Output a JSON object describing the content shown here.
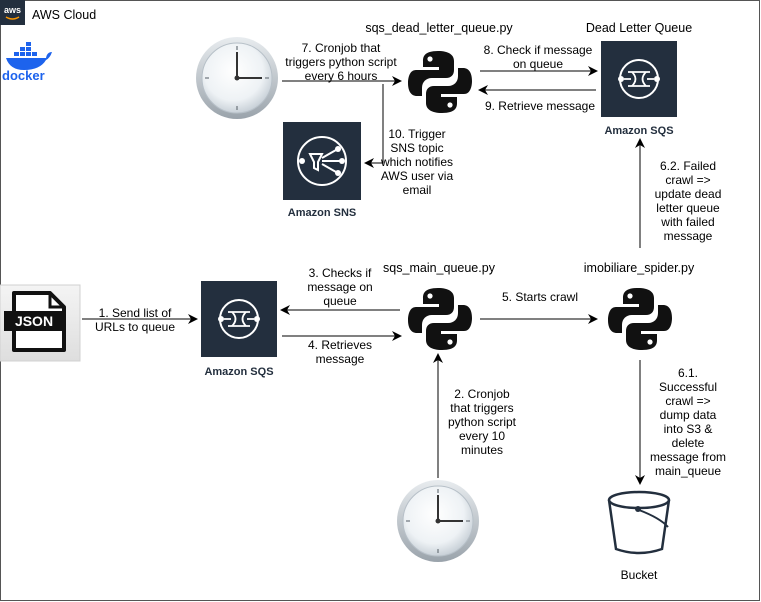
{
  "cloud": {
    "label": "AWS Cloud",
    "aws_logo_text": "aws",
    "docker_logo_text": "docker"
  },
  "json_file": {
    "label": "JSON"
  },
  "scripts": {
    "dead_letter": "sqs_dead_letter_queue.py",
    "main_queue": "sqs_main_queue.py",
    "spider": "imobiliare_spider.py"
  },
  "services": {
    "dead_letter_queue_title": "Dead Letter Queue",
    "sqs_dead_label": "Amazon SQS",
    "sqs_main_label": "Amazon SQS",
    "sns_label": "Amazon SNS",
    "bucket_label": "Bucket"
  },
  "steps": {
    "s1": [
      "1. Send list of",
      "URLs to queue"
    ],
    "s2": [
      "2. Cronjob",
      "that triggers",
      "python script",
      "every 10",
      "minutes"
    ],
    "s3": [
      "3. Checks if",
      "message on",
      "queue"
    ],
    "s4": [
      "4. Retrieves",
      "message"
    ],
    "s5": [
      "5. Starts crawl"
    ],
    "s6_1": [
      "6.1.",
      "Successful",
      "crawl =>",
      "dump data",
      "into S3 &",
      "delete",
      "message from",
      "main_queue"
    ],
    "s6_2": [
      "6.2. Failed",
      "crawl =>",
      "update dead",
      "letter queue",
      "with failed",
      "message"
    ],
    "s7": [
      "7. Cronjob that",
      "triggers python script",
      "every 6 hours"
    ],
    "s8": [
      "8. Check if message",
      "on queue"
    ],
    "s9": [
      "9. Retrieve message"
    ],
    "s10": [
      "10. Trigger",
      "SNS topic",
      "which notifies",
      "AWS user via",
      "email"
    ]
  },
  "colors": {
    "service_bg": "#232F3E",
    "border": "#555555",
    "aws_badge": "#232F3E",
    "docker_blue": "#1D63ED",
    "bucket_stroke": "#232F3E",
    "python_black": "#111111"
  }
}
